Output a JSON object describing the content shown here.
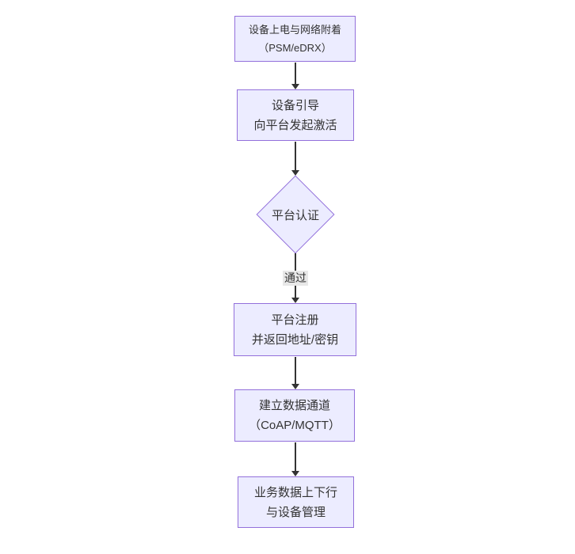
{
  "diagram": {
    "type": "flowchart",
    "direction": "top-down",
    "colors": {
      "canvas_bg": "#ffffff",
      "node_fill": "#ECECFF",
      "node_border": "#9370DB",
      "edge_line": "#333333",
      "text": "#333333",
      "edge_label_bg": "#e8e8e8"
    },
    "nodes": [
      {
        "shape": "rect",
        "lines": [
          "设备上电与网络附着",
          "（PSM/eDRX）"
        ]
      },
      {
        "shape": "rect",
        "lines": [
          "设备引导",
          "向平台发起激活"
        ]
      },
      {
        "shape": "diamond",
        "lines": [
          "平台认证"
        ]
      },
      {
        "shape": "rect",
        "lines": [
          "平台注册",
          "并返回地址/密钥"
        ]
      },
      {
        "shape": "rect",
        "lines": [
          "建立数据通道",
          "（CoAP/MQTT）"
        ]
      },
      {
        "shape": "rect",
        "lines": [
          "业务数据上下行",
          "与设备管理"
        ]
      }
    ],
    "edges": [
      {
        "from": 0,
        "to": 1,
        "label": ""
      },
      {
        "from": 1,
        "to": 2,
        "label": ""
      },
      {
        "from": 2,
        "to": 3,
        "label": "通过"
      },
      {
        "from": 3,
        "to": 4,
        "label": ""
      },
      {
        "from": 4,
        "to": 5,
        "label": ""
      }
    ]
  }
}
